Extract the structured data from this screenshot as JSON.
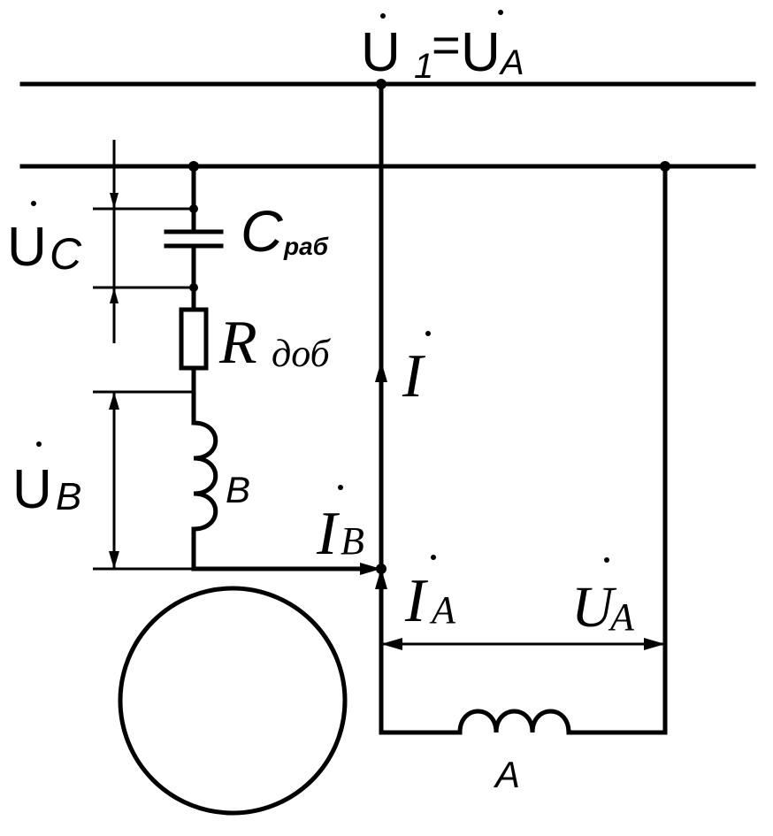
{
  "colors": {
    "stroke": "#000000",
    "background": "#ffffff"
  },
  "labels": {
    "u1_main": "U",
    "u1_sub": "1",
    "eq": "=",
    "ua_top_main": "U",
    "ua_top_sub": "A",
    "uc_main": "U",
    "uc_sub": "C",
    "c_main": "C",
    "c_sub": "раб",
    "r_main": "R",
    "r_sub": "доб",
    "i_main": "I",
    "ub_main": "U",
    "ub_sub": "B",
    "b_coil": "B",
    "ib_main": "I",
    "ib_sub": "B",
    "ia_main": "I",
    "ia_sub": "A",
    "ua_right_main": "U",
    "ua_right_sub": "A",
    "a_coil": "A"
  }
}
